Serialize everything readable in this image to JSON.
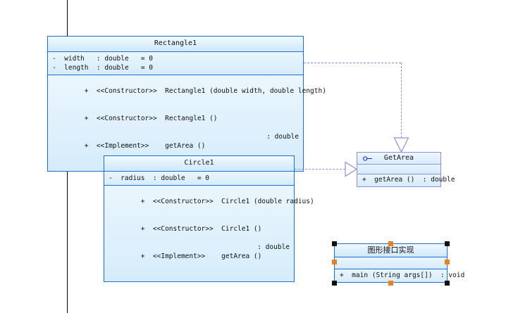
{
  "diagram": {
    "type": "uml-class-diagram",
    "background_color": "#ffffff",
    "class_border_color": "#1a6fd4",
    "class_fill_color": "#d9eefc",
    "interface_border_color": "#8f8fd8",
    "connector_color": "#8f8fd8",
    "selection_corner_handle_color": "#101010",
    "selection_mid_handle_color": "#e8821e",
    "margin_guide_color": "#000000"
  },
  "rectangle1": {
    "title": "Rectangle1",
    "attributes": [
      {
        "text": "-  width   : double   = 0"
      },
      {
        "text": "-  length  : double   = 0"
      }
    ],
    "operations": [
      {
        "text": "+  <<Constructor>>  Rectangle1 (double width, double length)",
        "ret": ""
      },
      {
        "text": "+  <<Constructor>>  Rectangle1 ()",
        "ret": ""
      },
      {
        "text": "+  <<Implement>>    getArea ()",
        "ret": ": double"
      }
    ]
  },
  "circle1": {
    "title": "Circle1",
    "attributes": [
      {
        "text": "-  radius  : double   = 0"
      }
    ],
    "operations": [
      {
        "text": "+  <<Constructor>>  Circle1 (double radius)",
        "ret": ""
      },
      {
        "text": "+  <<Constructor>>  Circle1 ()",
        "ret": ""
      },
      {
        "text": "+  <<Implement>>    getArea ()",
        "ret": ": double"
      }
    ]
  },
  "getarea": {
    "title": "GetArea",
    "icon": "interface-lollipop-icon",
    "method": "+  getArea ()  : double"
  },
  "implementation": {
    "title": "图形接口实现",
    "method": "+  main (String args[])  : void",
    "selected": true
  }
}
